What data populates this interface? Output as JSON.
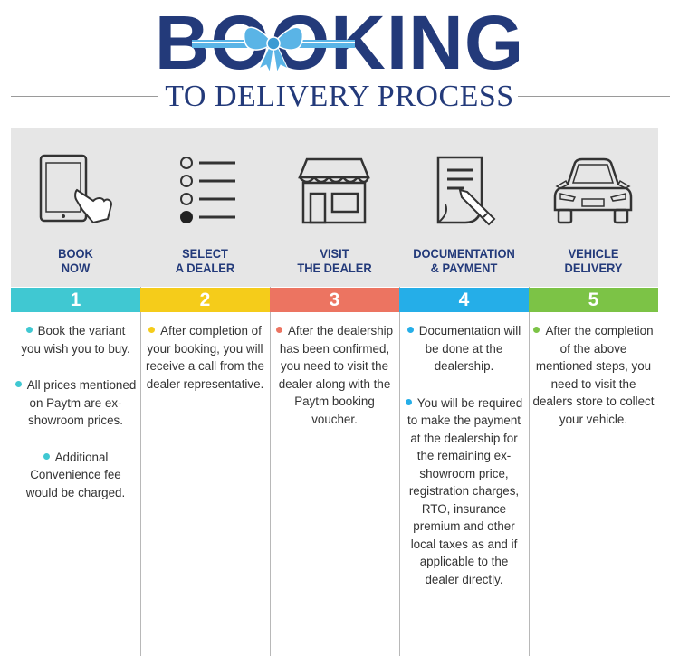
{
  "header": {
    "title": "BOOKING",
    "subtitle": "TO DELIVERY PROCESS"
  },
  "colors": {
    "navy": "#233a7a",
    "bow": "#5ab4e6",
    "step1": "#40c8d2",
    "step2": "#f5cc1a",
    "step3": "#ec7461",
    "step4": "#25aee8",
    "step5": "#7cc346"
  },
  "steps": [
    {
      "label": "BOOK\nNOW",
      "number": "1",
      "icon": "tablet-touch-icon",
      "paragraphs": [
        "Book the variant you wish you to buy.",
        "All prices mentioned on Paytm are ex-showroom prices.",
        "Additional Convenience fee would be charged."
      ]
    },
    {
      "label": "SELECT\nA DEALER",
      "number": "2",
      "icon": "checklist-icon",
      "paragraphs": [
        "After completion of your booking, you will receive a call from the dealer representative."
      ]
    },
    {
      "label": "VISIT\nTHE DEALER",
      "number": "3",
      "icon": "storefront-icon",
      "paragraphs": [
        "After the dealership has been confirmed, you need to visit the dealer along with the Paytm booking voucher."
      ]
    },
    {
      "label": "DOCUMENTATION\n& PAYMENT",
      "number": "4",
      "icon": "document-pen-icon",
      "paragraphs": [
        "Documentation will be done at the dealership.",
        "You will be required to make the payment at the dealership for the remaining ex-showroom price, registration charges, RTO, insurance premium and other local taxes as and if applicable to the dealer directly."
      ]
    },
    {
      "label": "VEHICLE\nDELIVERY",
      "number": "5",
      "icon": "car-front-icon",
      "paragraphs": [
        "After the completion of the above mentioned steps, you need to visit the dealers store to collect your vehicle."
      ]
    }
  ]
}
